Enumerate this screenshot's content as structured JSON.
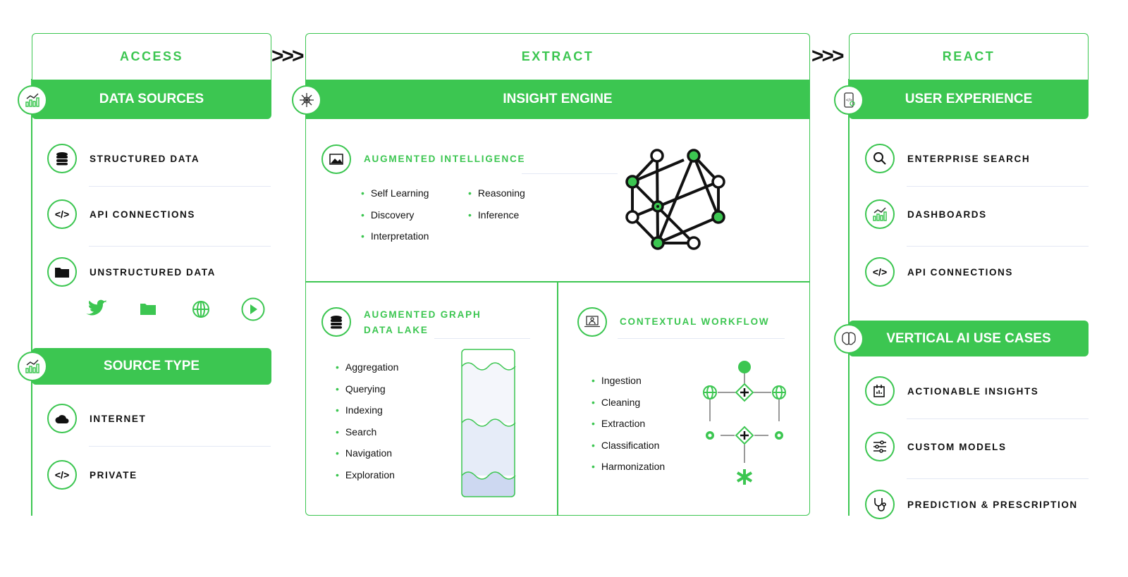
{
  "columns": {
    "access": {
      "title": "ACCESS",
      "data_sources": "DATA SOURCES",
      "items": [
        "STRUCTURED DATA",
        "API CONNECTIONS",
        "UNSTRUCTURED DATA"
      ],
      "source_type": "SOURCE TYPE",
      "source_items": [
        "INTERNET",
        "PRIVATE"
      ]
    },
    "extract": {
      "title": "EXTRACT",
      "insight_engine": "INSIGHT ENGINE",
      "augmented_intelligence": {
        "title": "AUGMENTED  INTELLIGENCE",
        "bullets_left": [
          "Self Learning",
          "Discovery",
          "Interpretation"
        ],
        "bullets_right": [
          "Reasoning",
          "Inference"
        ]
      },
      "graph_data_lake": {
        "title_line1": "AUGMENTED GRAPH",
        "title_line2": "DATA LAKE",
        "bullets": [
          "Aggregation",
          "Querying",
          "Indexing",
          "Search",
          "Navigation",
          "Exploration"
        ]
      },
      "contextual_workflow": {
        "title": "CONTEXTUAL WORKFLOW",
        "bullets": [
          "Ingestion",
          "Cleaning",
          "Extraction",
          "Classification",
          "Harmonization"
        ]
      }
    },
    "react": {
      "title": "REACT",
      "user_experience": "USER EXPERIENCE",
      "items": [
        "ENTERPRISE SEARCH",
        "DASHBOARDS",
        "API CONNECTIONS"
      ],
      "vertical_ai": "VERTICAL AI USE CASES",
      "vertical_items": [
        "ACTIONABLE INSIGHTS",
        "CUSTOM MODELS",
        "PREDICTION & PRESCRIPTION"
      ]
    }
  },
  "arrows": ">>>",
  "colors": {
    "accent": "#3cc651",
    "text": "#111111",
    "separator": "#e3e8f4"
  }
}
